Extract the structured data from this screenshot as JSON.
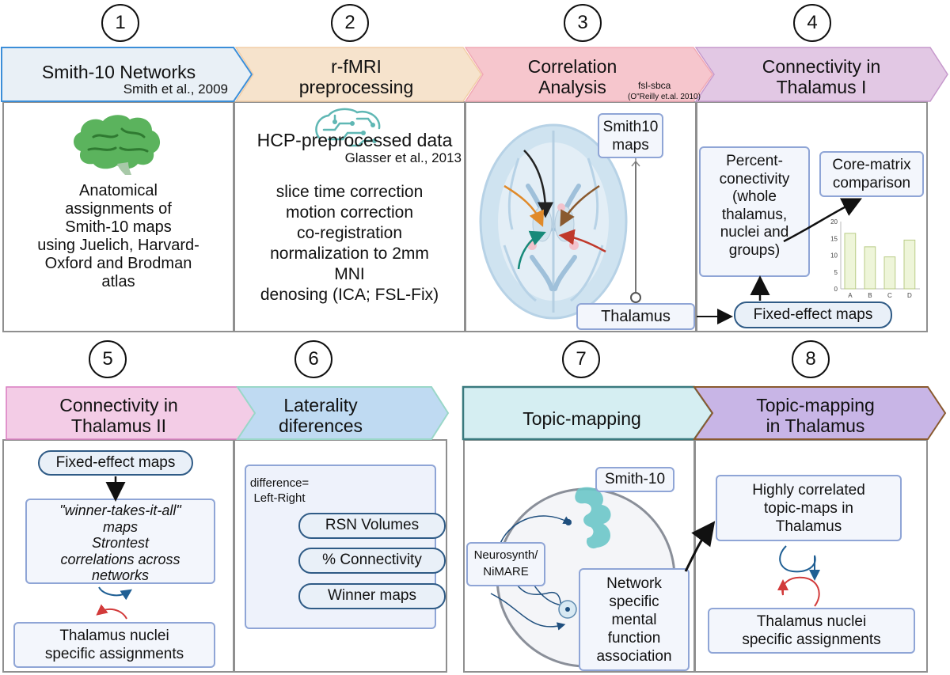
{
  "steps": [
    "1",
    "2",
    "3",
    "4",
    "5",
    "6",
    "7",
    "8"
  ],
  "panel1": {
    "title": "Smith-10 Networks",
    "citation": "Smith et al., 2009",
    "body": [
      "Anatomical",
      "assignments of",
      "Smith-10 maps",
      "using Juelich, Harvard-",
      "Oxford and Brodman",
      "atlas"
    ]
  },
  "panel2": {
    "title": [
      "r-fMRI",
      "preprocessing"
    ],
    "data_title": "HCP-preprocessed data",
    "citation": "Glasser et al., 2013",
    "steps": [
      "slice time correction",
      "motion correction",
      "co-registration",
      "normalization to 2mm",
      "MNI",
      "denosing (ICA; FSL-Fix)"
    ]
  },
  "panel3": {
    "title": [
      "Correlation",
      "Analysis"
    ],
    "tool": "fsl-sbca",
    "tool_citation": "(O\"Reilly et.al. 2010)",
    "maps_box": [
      "Smith10",
      "maps"
    ],
    "thalamus_box": "Thalamus"
  },
  "panel4": {
    "title": [
      "Connectivity in",
      "Thalamus I"
    ],
    "percent_box": [
      "Percent-",
      "conectivity",
      "(whole",
      "thalamus,",
      "nuclei and",
      "groups)"
    ],
    "core_box": [
      "Core-matrix",
      "comparison"
    ],
    "fixed_box": "Fixed-effect maps",
    "mini_chart": {
      "yticks": [
        "20",
        "15",
        "10",
        "5",
        "0"
      ],
      "categories": [
        "A",
        "B",
        "C",
        "D"
      ]
    }
  },
  "panel5": {
    "title": [
      "Connectivity in",
      "Thalamus II"
    ],
    "fixed_box": "Fixed-effect maps",
    "winner_box": [
      "\"winner-takes-it-all\"",
      "maps",
      "Strontest",
      "correlations across",
      "networks"
    ],
    "nuclei_box": [
      "Thalamus nuclei",
      "specific assignments"
    ]
  },
  "panel6": {
    "title": [
      "Laterality",
      "diferences"
    ],
    "difference_label": [
      "difference=",
      "Left-Right"
    ],
    "items": [
      "RSN Volumes",
      "% Connectivity",
      "Winner maps"
    ]
  },
  "panel7": {
    "title": "Topic-mapping",
    "smith_box": "Smith-10",
    "neurosynth_box": [
      "Neurosynth/",
      "NiMARE"
    ],
    "network_box": [
      "Network",
      "specific",
      "mental",
      "function",
      "association"
    ]
  },
  "panel8": {
    "title": [
      "Topic-mapping",
      "in Thalamus"
    ],
    "corr_box": [
      "Highly correlated",
      "topic-maps in",
      "Thalamus"
    ],
    "nuclei_box": [
      "Thalamus nuclei",
      "specific assignments"
    ]
  },
  "mini_chart_data": {
    "type": "bar",
    "categories": [
      "A",
      "B",
      "C",
      "D"
    ],
    "values": [
      16.5,
      12.5,
      9.5,
      14.5
    ],
    "ylim": [
      0,
      20
    ]
  },
  "colors": {
    "chevron1": "#e9f0f6",
    "chevron2": "#f6e3cc",
    "chevron3": "#f6c6cd",
    "chevron4": "#e2c8e4",
    "chevron5": "#f3cce6",
    "chevron6": "#bfdaf2",
    "chevron7": "#d5eef2",
    "chevron8": "#c8b5e6",
    "box_border": "#8fa5d6",
    "pill_border": "#2f5b86"
  }
}
